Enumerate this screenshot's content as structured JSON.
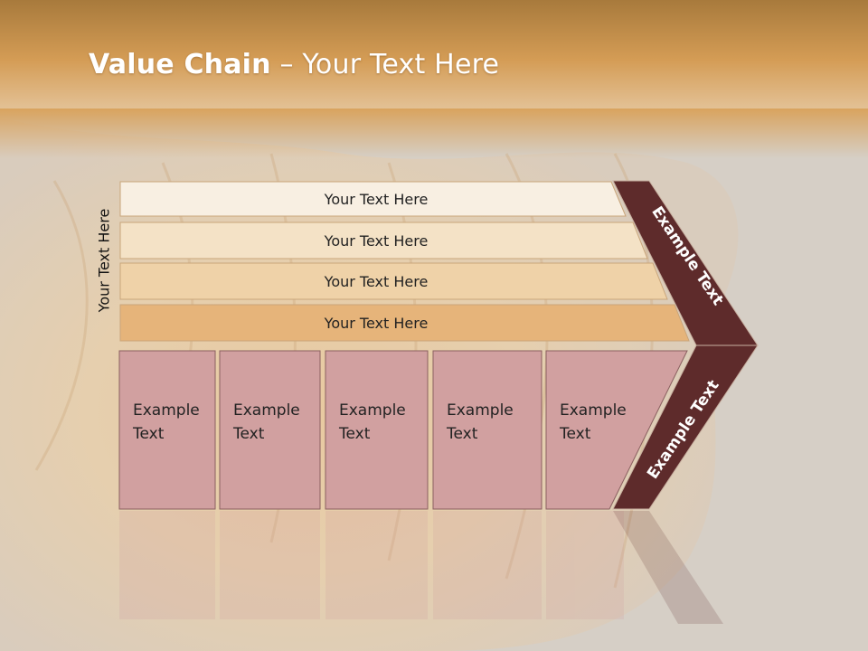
{
  "slide": {
    "title_bold": "Value Chain",
    "title_rest": " – Your Text Here",
    "side_label": "Your Text Here"
  },
  "support_rows": [
    {
      "label": "Your Text Here",
      "color": "#f8efe2"
    },
    {
      "label": "Your Text Here",
      "color": "#f4e2c6"
    },
    {
      "label": "Your Text Here",
      "color": "#efd2a8"
    },
    {
      "label": "Your Text Here",
      "color": "#e6b47a"
    }
  ],
  "primary_blocks": [
    {
      "line1": "Example",
      "line2": "Text"
    },
    {
      "line1": "Example",
      "line2": "Text"
    },
    {
      "line1": "Example",
      "line2": "Text"
    },
    {
      "line1": "Example",
      "line2": "Text"
    },
    {
      "line1": "Example",
      "line2": "Text"
    }
  ],
  "chevron": {
    "top_label": "Example Text",
    "bottom_label": "Example Text",
    "color": "#5e2b2b"
  },
  "colors": {
    "header": "#d39a55",
    "block_fill": "#d1a0a0",
    "block_stroke": "#8a6060"
  }
}
